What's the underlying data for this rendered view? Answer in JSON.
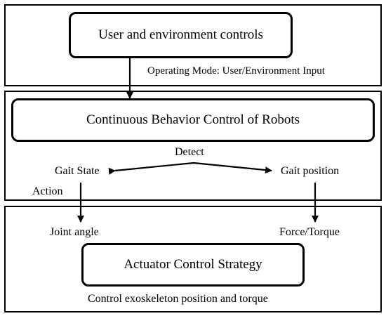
{
  "diagram": {
    "panels": {
      "input_panel": {
        "note": "Operating Mode: User/Environment Input"
      },
      "control_panel": {},
      "actuator_panel": {
        "note": "Control exoskeleton position and torque"
      }
    },
    "nodes": {
      "user_env_controls": "User and environment controls",
      "continuous_behavior": "Continuous Behavior Control of Robots",
      "actuator_strategy": "Actuator Control Strategy"
    },
    "labels": {
      "detect": "Detect",
      "gait_state": "Gait State",
      "gait_position": "Gait position",
      "action": "Action",
      "joint_angle": "Joint angle",
      "force_torque": "Force/Torque"
    },
    "edges": [
      {
        "from": "user_env_controls",
        "to": "continuous_behavior"
      },
      {
        "from": "detect",
        "to": "gait_state",
        "bidirectional": true
      },
      {
        "from": "detect",
        "to": "gait_position",
        "bidirectional": true
      },
      {
        "from": "gait_state",
        "to": "joint_angle",
        "label": "action"
      },
      {
        "from": "gait_position",
        "to": "force_torque"
      }
    ]
  }
}
